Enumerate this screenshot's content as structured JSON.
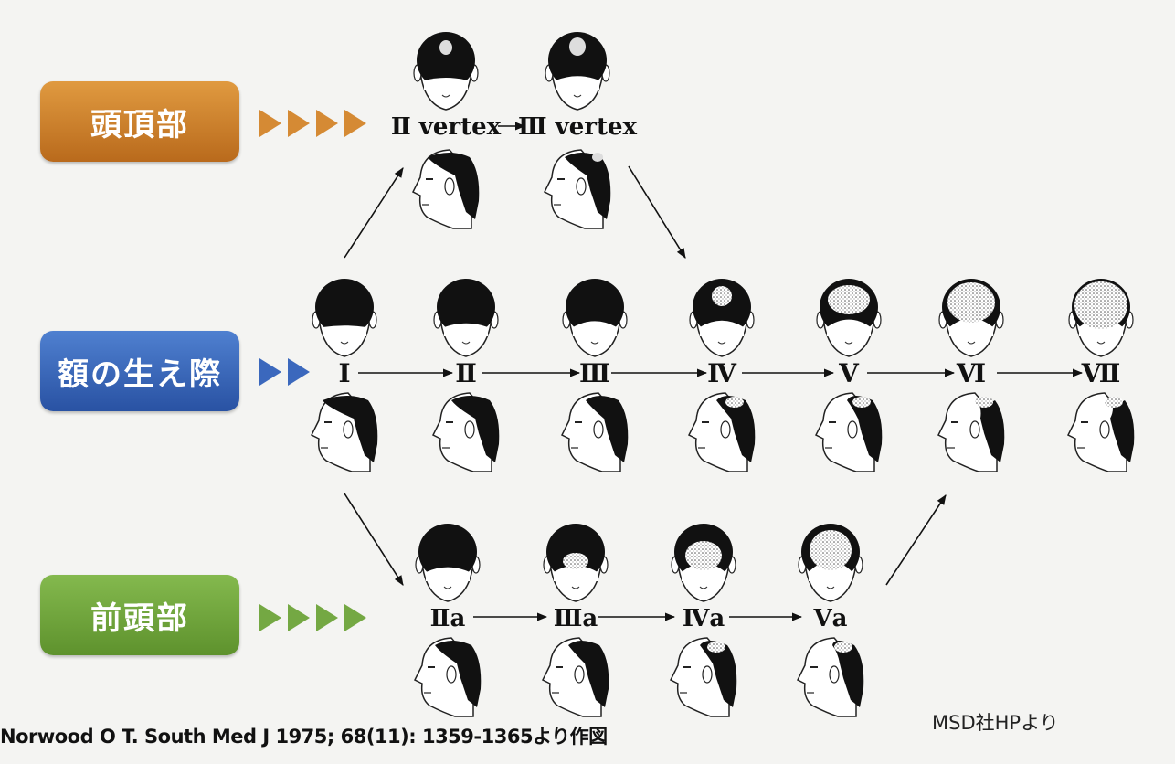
{
  "categories": {
    "vertex": "頭頂部",
    "hairline": "額の生え際",
    "frontal": "前頭部"
  },
  "stages": {
    "vertex": [
      "Ⅱ vertex",
      "Ⅲ vertex"
    ],
    "main": [
      "Ⅰ",
      "Ⅱ",
      "Ⅲ",
      "Ⅳ",
      "Ⅴ",
      "Ⅵ",
      "Ⅶ"
    ],
    "frontal": [
      "Ⅱa",
      "Ⅲa",
      "Ⅳa",
      "Ⅴa"
    ]
  },
  "citation": "Norwood O T. South Med J 1975; 68(11): 1359-1365より作図",
  "source": "MSD社HPより",
  "colors": {
    "vertex": "#d58a34",
    "hairline": "#3b68bd",
    "frontal": "#74a843",
    "hair": "#111111"
  }
}
